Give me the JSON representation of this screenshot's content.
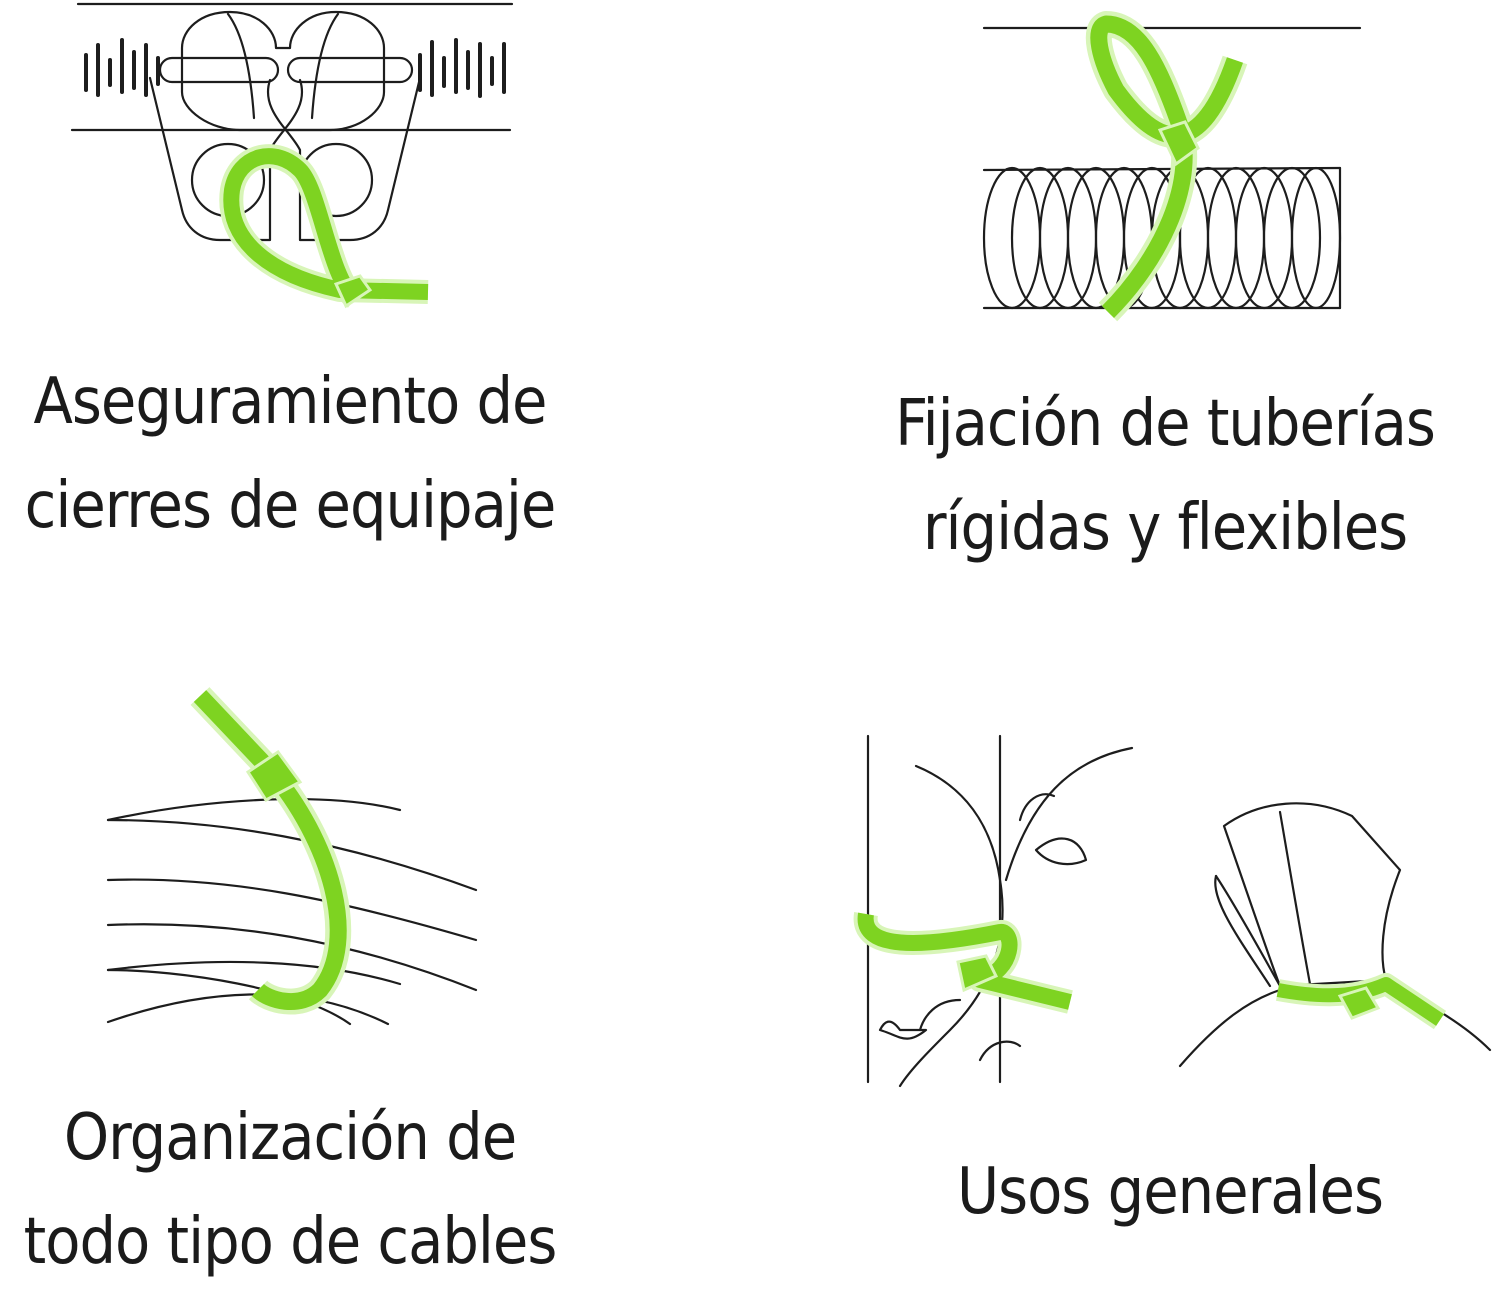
{
  "colors": {
    "tie": "#7ed321",
    "tie_glow": "#d8f5b8",
    "ink": "#1d1d1d",
    "background": "#ffffff"
  },
  "panels": [
    {
      "id": "luggage",
      "icon": "luggage-zipper-tie-icon",
      "caption": [
        "Aseguramiento de",
        "cierres de equipaje"
      ]
    },
    {
      "id": "pipes",
      "icon": "flexible-pipe-tie-icon",
      "caption": [
        "Fijación de tuberías",
        "rígidas y flexibles"
      ]
    },
    {
      "id": "cables",
      "icon": "cable-bundle-tie-icon",
      "caption": [
        "Organización de",
        "todo tipo de cables"
      ]
    },
    {
      "id": "general",
      "icon": "plant-and-bag-tie-icon",
      "caption": [
        "Usos generales"
      ]
    }
  ]
}
